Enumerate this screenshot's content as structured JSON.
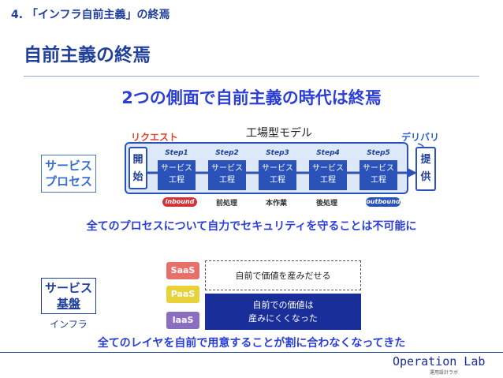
{
  "header": {
    "section": "4. 「インフラ自前主義」の終焉",
    "title": "自前主義の終焉"
  },
  "subtitle": "2つの側面で自前主義の時代は終焉",
  "process": {
    "side_label_line1": "サービス",
    "side_label_line2": "プロセス",
    "diagram_title": "工場型モデル",
    "request_label": "リクエスト",
    "delivery_label": "デリバリ",
    "start_line1": "開",
    "start_line2": "始",
    "offer_line1": "提",
    "offer_line2": "供",
    "steps": [
      {
        "label": "Step1",
        "line1": "サービス",
        "line2": "工程"
      },
      {
        "label": "Step2",
        "line1": "サービス",
        "line2": "工程"
      },
      {
        "label": "Step3",
        "line1": "サービス",
        "line2": "工程"
      },
      {
        "label": "Step4",
        "line1": "サービス",
        "line2": "工程"
      },
      {
        "label": "Step5",
        "line1": "サービス",
        "line2": "工程"
      }
    ],
    "inbound": "inbound",
    "outbound": "outbound",
    "phases": [
      "前処理",
      "本作業",
      "後処理"
    ],
    "caption": "全てのプロセスについて自力でセキュリティを守ることは不可能に",
    "colors": {
      "frame": "#2a52b8",
      "frame_fill": "#dde9f8",
      "inbound": "#d0353a",
      "request": "#e0452a"
    }
  },
  "infrastructure": {
    "side_label_line1": "サービス",
    "side_label_line2": "基盤",
    "infra_label": "インフラ",
    "layers": [
      "SaaS",
      "PaaS",
      "IaaS"
    ],
    "own_value_text": "自前で価値を産みだせる",
    "hard_value_line1": "自前での価値は",
    "hard_value_line2": "産みにくくなった",
    "caption": "全てのレイヤを自前で用意することが割に合わなくなってきた",
    "colors": {
      "saas": "#e8706a",
      "paas": "#e8d23a",
      "iaas": "#8a6fc0",
      "hard_box": "#1a2e9a"
    }
  },
  "footer": {
    "brand": "Operation Lab",
    "brand_sub": "運用設計ラボ"
  }
}
